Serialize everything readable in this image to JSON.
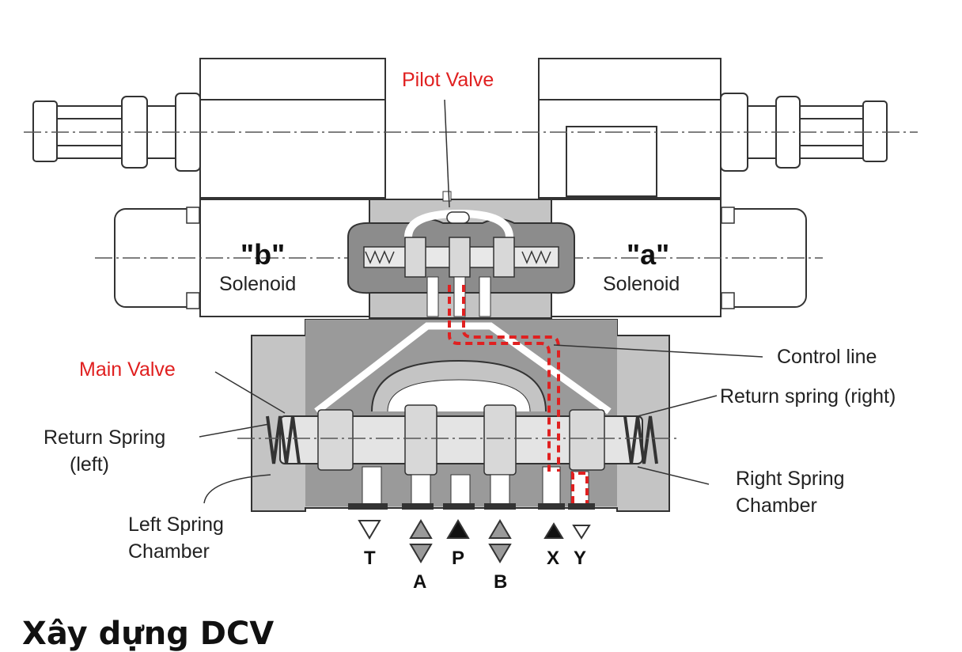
{
  "labels": {
    "pilot_valve": "Pilot Valve",
    "main_valve": "Main Valve",
    "solenoid_b_letter": "b",
    "solenoid_a_letter": "a",
    "solenoid_b": "Solenoid",
    "solenoid_a": "Solenoid",
    "control_line": "Control line",
    "return_spring_right": "Return spring (right)",
    "return_spring_left_1": "Return Spring",
    "return_spring_left_2": "(left)",
    "right_spring_chamber_1": "Right Spring",
    "right_spring_chamber_2": "Chamber",
    "left_spring_chamber_1": "Left Spring",
    "left_spring_chamber_2": "Chamber"
  },
  "ports": {
    "T": "T",
    "A": "A",
    "P": "P",
    "B": "B",
    "X": "X",
    "Y": "Y"
  },
  "caption": "Xây dựng DCV",
  "colors": {
    "highlight": "#e02020",
    "body": "#bdbdbd",
    "dark": "#8c8c8c",
    "outline": "#333333"
  }
}
